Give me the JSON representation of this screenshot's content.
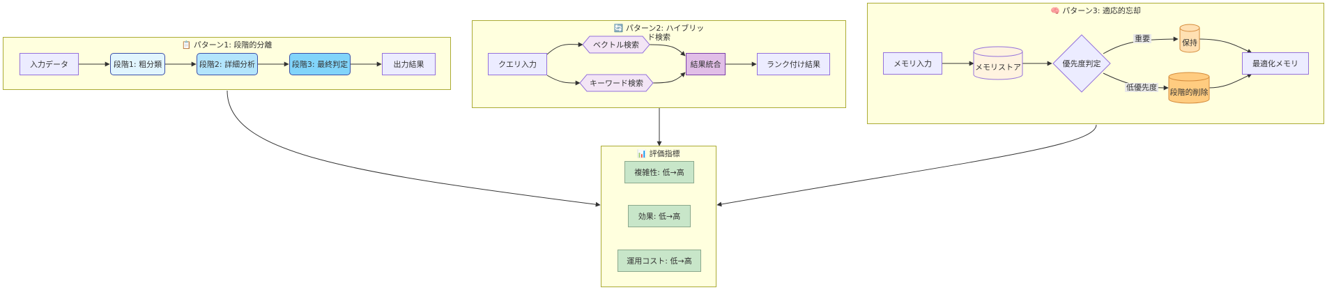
{
  "pattern1": {
    "title": "📋 パターン1: 段階的分離",
    "nodes": {
      "input": "入力データ",
      "stage1": "段階1: 粗分類",
      "stage2": "段階2: 詳細分析",
      "stage3": "段階3: 最終判定",
      "output": "出力結果"
    }
  },
  "pattern2": {
    "title": "🔄 パターン2: ハイブリッド検索",
    "nodes": {
      "query": "クエリ入力",
      "vector": "ベクトル検索",
      "keyword": "キーワード検索",
      "merge": "結果統合",
      "ranked": "ランク付け結果"
    }
  },
  "pattern3": {
    "title": "🧠 パターン3: 適応的忘却",
    "nodes": {
      "mem_input": "メモリ入力",
      "mem_store": "メモリストア",
      "priority": "優先度判定",
      "keep": "保持",
      "gradual_delete": "段階的削除",
      "optimized": "最適化メモリ"
    },
    "edge_labels": {
      "important": "重要",
      "low_priority": "低優先度"
    }
  },
  "metrics": {
    "title": "📊 評価指標",
    "nodes": {
      "complexity": "複雑性: 低→高",
      "effect": "効果: 低→高",
      "cost": "運用コスト: 低→高"
    }
  },
  "colors": {
    "cluster_bg": "#ffffde",
    "cluster_border": "#aaaa33",
    "node_default": "#ececff",
    "stage1": "#e1f5fe",
    "stage2": "#b3e5fc",
    "stage3": "#81d4fa",
    "search_node": "#f3e5f5",
    "merge": "#e1bee7",
    "store": "#fff3e0",
    "keep": "#ffe0b2",
    "delete": "#ffcc80",
    "metric": "#c8e6c9"
  }
}
